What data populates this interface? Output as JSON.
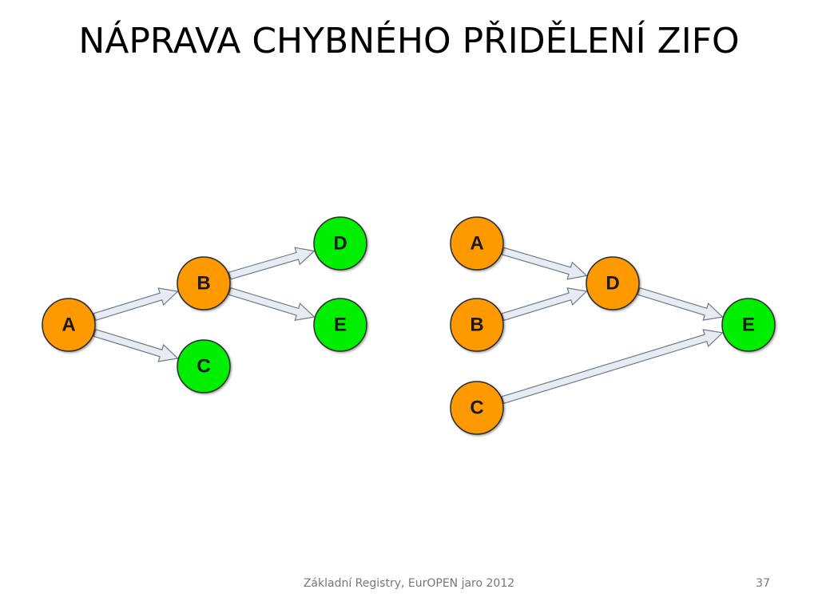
{
  "slide": {
    "title": "NÁPRAVA CHYBNÉHO PŘIDĚLENÍ ZIFO",
    "footer": "Základní Registry, EurOPEN jaro 2012",
    "page_number": "37"
  },
  "colors": {
    "source_node": "#FF9900",
    "target_node": "#00EE00",
    "node_stroke": "#2b2b2b",
    "arrow_fill": "#E8ECF2",
    "arrow_stroke": "#6f7a86"
  },
  "diagrams": [
    {
      "name": "left-diagram",
      "nodes": [
        {
          "id": "A",
          "label": "A",
          "kind": "source"
        },
        {
          "id": "B",
          "label": "B",
          "kind": "source"
        },
        {
          "id": "C",
          "label": "C",
          "kind": "target"
        },
        {
          "id": "D",
          "label": "D",
          "kind": "target"
        },
        {
          "id": "E",
          "label": "E",
          "kind": "target"
        }
      ],
      "edges": [
        {
          "from": "A",
          "to": "B"
        },
        {
          "from": "A",
          "to": "C"
        },
        {
          "from": "B",
          "to": "D"
        },
        {
          "from": "B",
          "to": "E"
        }
      ]
    },
    {
      "name": "right-diagram",
      "nodes": [
        {
          "id": "A",
          "label": "A",
          "kind": "source"
        },
        {
          "id": "B",
          "label": "B",
          "kind": "source"
        },
        {
          "id": "C",
          "label": "C",
          "kind": "source"
        },
        {
          "id": "D",
          "label": "D",
          "kind": "source"
        },
        {
          "id": "E",
          "label": "E",
          "kind": "target"
        }
      ],
      "edges": [
        {
          "from": "A",
          "to": "D"
        },
        {
          "from": "B",
          "to": "D"
        },
        {
          "from": "D",
          "to": "E"
        },
        {
          "from": "C",
          "to": "E"
        }
      ]
    }
  ]
}
